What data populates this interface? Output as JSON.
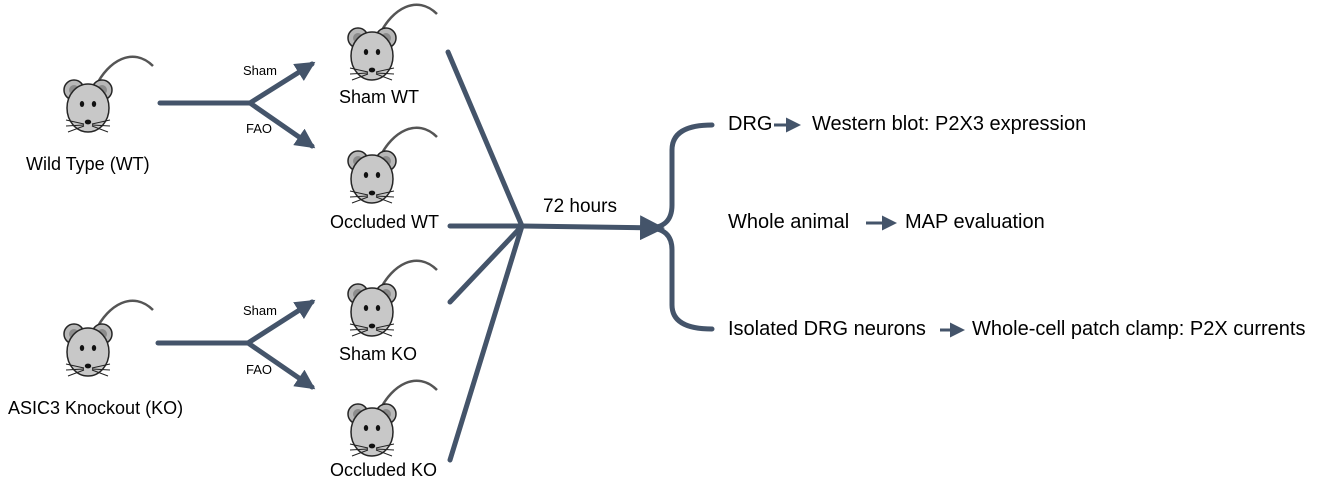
{
  "groups": {
    "wt": {
      "source": "Wild Type (WT)",
      "branch_top": "Sham",
      "branch_bottom": "FAO",
      "result_top": "Sham WT",
      "result_bottom": "Occluded WT"
    },
    "ko": {
      "source": "ASIC3 Knockout (KO)",
      "branch_top": "Sham",
      "branch_bottom": "FAO",
      "result_top": "Sham KO",
      "result_bottom": "Occluded KO"
    }
  },
  "timeline": "72 hours",
  "outcomes": [
    {
      "sample": "DRG",
      "assay": "Western blot: P2X3 expression"
    },
    {
      "sample": "Whole animal",
      "assay": "MAP evaluation"
    },
    {
      "sample": "Isolated DRG neurons",
      "assay": "Whole-cell patch clamp: P2X currents"
    }
  ],
  "colors": {
    "line": "#44546a",
    "mouse_body": "#c8c8c8",
    "mouse_ear": "#9a9a9a",
    "outline": "#262626"
  }
}
